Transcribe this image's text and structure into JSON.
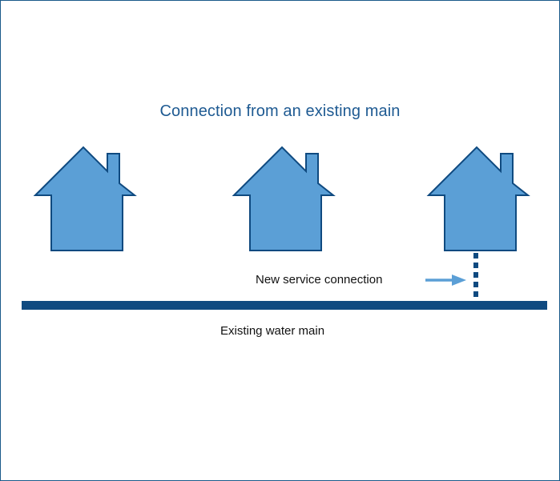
{
  "diagram": {
    "title": "Connection from an existing main",
    "labels": {
      "new_service_connection": "New service connection",
      "existing_water_main": "Existing water main"
    },
    "houses": [
      {
        "name": "house-1",
        "connected": false
      },
      {
        "name": "house-2",
        "connected": false
      },
      {
        "name": "house-3",
        "connected": true
      }
    ],
    "colors": {
      "house_fill": "#5b9fd6",
      "house_stroke": "#0f4a80",
      "main_pipe": "#0f4a80",
      "arrow": "#5b9fd6",
      "title": "#1e5a92",
      "frame": "#1a5a8a"
    }
  }
}
